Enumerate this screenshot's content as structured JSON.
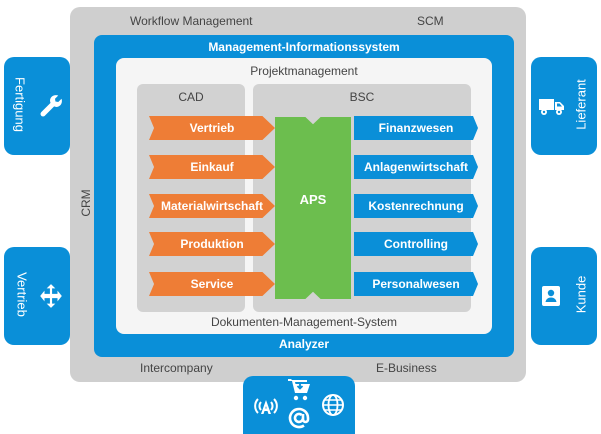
{
  "outer": {
    "top_left": "Workflow Management",
    "top_right": "SCM",
    "left": "CRM",
    "bottom_left": "Intercompany",
    "bottom_right": "E-Business"
  },
  "blue_frame": {
    "title": "Management-Informationssystem",
    "bottom": "Analyzer"
  },
  "inner": {
    "title": "Projektmanagement",
    "bottom": "Dokumenten-Management-System"
  },
  "columns": {
    "cad": "CAD",
    "bsc": "BSC"
  },
  "center": "APS",
  "left_items": [
    "Vertrieb",
    "Einkauf",
    "Materialwirtschaft",
    "Produktion",
    "Service"
  ],
  "right_items": [
    "Finanzwesen",
    "Anlagenwirtschaft",
    "Kostenrechnung",
    "Controlling",
    "Personalwesen"
  ],
  "side_tabs": {
    "left_top": "Fertigung",
    "left_bottom": "Vertrieb",
    "right_top": "Lieferant",
    "right_bottom": "Kunde"
  },
  "colors": {
    "blue": "#0a8fd8",
    "orange": "#ee7d36",
    "green": "#6cbe4e",
    "gray": "#cfcfcf"
  },
  "icons": {
    "left_top": "wrench-icon",
    "left_bottom": "move-arrows-icon",
    "right_top": "truck-icon",
    "right_bottom": "contact-card-icon",
    "bottom": [
      "antenna-icon",
      "cart-icon",
      "at-sign-icon",
      "globe-icon"
    ]
  }
}
